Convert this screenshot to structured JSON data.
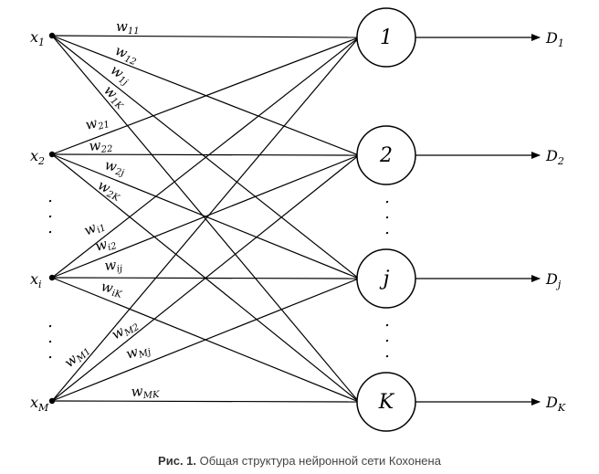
{
  "inputs": [
    {
      "id": "x1",
      "main": "x",
      "sub": "1"
    },
    {
      "id": "x2",
      "main": "x",
      "sub": "2"
    },
    {
      "id": "xi",
      "main": "x",
      "sub": "i"
    },
    {
      "id": "xM",
      "main": "x",
      "sub": "M"
    }
  ],
  "neurons": [
    "1",
    "2",
    "j",
    "K"
  ],
  "outputs": [
    {
      "main": "D",
      "sub": "1"
    },
    {
      "main": "D",
      "sub": "2"
    },
    {
      "main": "D",
      "sub": "j"
    },
    {
      "main": "D",
      "sub": "K"
    }
  ],
  "weights": {
    "x1": [
      {
        "main": "w",
        "sub": "11"
      },
      {
        "main": "w",
        "sub": "12"
      },
      {
        "main": "w",
        "sub": "1j"
      },
      {
        "main": "w",
        "sub": "1K"
      }
    ],
    "x2": [
      {
        "main": "w",
        "sub": "21"
      },
      {
        "main": "w",
        "sub": "22"
      },
      {
        "main": "w",
        "sub": "2j"
      },
      {
        "main": "w",
        "sub": "2K"
      }
    ],
    "xi": [
      {
        "main": "w",
        "sub": "i1"
      },
      {
        "main": "w",
        "sub": "i2"
      },
      {
        "main": "w",
        "sub": "ij"
      },
      {
        "main": "w",
        "sub": "iK"
      }
    ],
    "xM": [
      {
        "main": "w",
        "sub": "M1"
      },
      {
        "main": "w",
        "sub": "M2"
      },
      {
        "main": "w",
        "sub": "Mj"
      },
      {
        "main": "w",
        "sub": "MK"
      }
    ]
  },
  "ellipsis": ".",
  "caption": {
    "label": "Рис. 1.",
    "text": " Общая структура нейронной сети Кохонена"
  }
}
